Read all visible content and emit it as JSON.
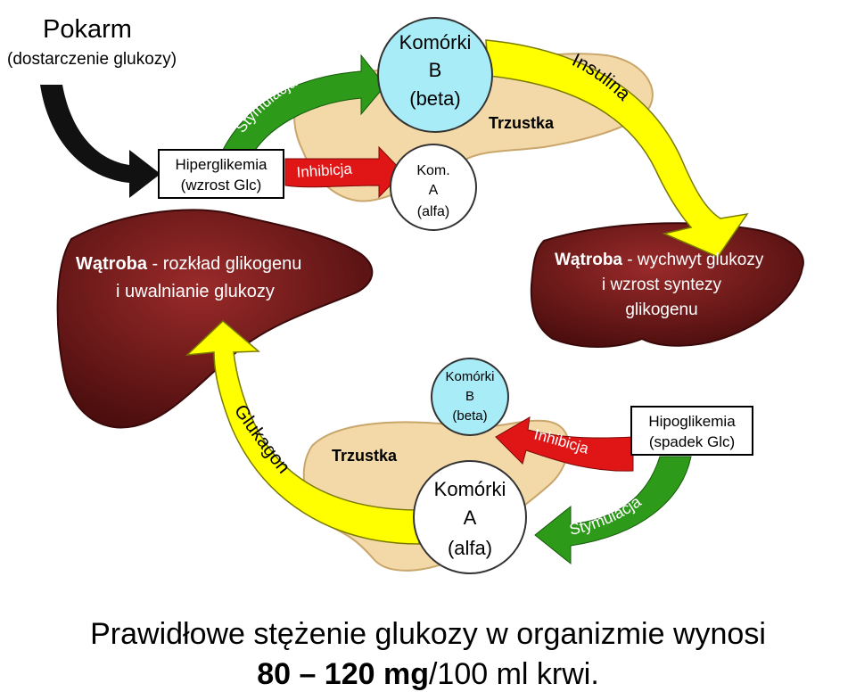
{
  "food": {
    "title": "Pokarm",
    "subtitle": "(dostarczenie glukozy)"
  },
  "top_cycle": {
    "hyperglycemia_label": "Hiperglikemia",
    "hyperglycemia_sub": "(wzrost Glc)",
    "stimulation_label": "Stymulacja",
    "inhibition_label": "Inhibicja",
    "beta_cells_line1": "Komórki",
    "beta_cells_line2": "B",
    "beta_cells_line3": "(beta)",
    "alpha_cells_line1": "Kom.",
    "alpha_cells_line2": "A",
    "alpha_cells_line3": "(alfa)",
    "pancreas_label": "Trzustka",
    "hormone_label": "Insulina"
  },
  "left_liver": {
    "title": "Wątroba",
    "desc_line1": " - rozkład glikogenu",
    "desc_line2": "i uwalnianie glukozy"
  },
  "right_liver": {
    "title": "Wątroba",
    "desc_line1": " - wychwyt glukozy",
    "desc_line2": "i wzrost syntezy",
    "desc_line3": "glikogenu"
  },
  "bottom_cycle": {
    "hypoglycemia_label": "Hipoglikemia",
    "hypoglycemia_sub": "(spadek Glc)",
    "inhibition_label": "Inhibicja",
    "stimulation_label": "Stymulacja",
    "beta_cells_line1": "Komórki",
    "beta_cells_line2": "B",
    "beta_cells_line3": "(beta)",
    "alpha_cells_line1": "Komórki",
    "alpha_cells_line2": "A",
    "alpha_cells_line3": "(alfa)",
    "pancreas_label": "Trzustka",
    "hormone_label": "Glukagon"
  },
  "caption": {
    "line1": "Prawidłowe stężenie glukozy w organizmie wynosi",
    "value_bold": "80 – 120 mg",
    "value_rest": "/100 ml krwi."
  },
  "colors": {
    "liver": "#7a1c1c",
    "pancreas": "#f3d9a8",
    "yellow_arrow": "#ffff00",
    "green_arrow": "#2e9a1a",
    "red_arrow": "#e01515",
    "beta_cell": "#a8ecf7",
    "alpha_cell": "#ffffff"
  }
}
